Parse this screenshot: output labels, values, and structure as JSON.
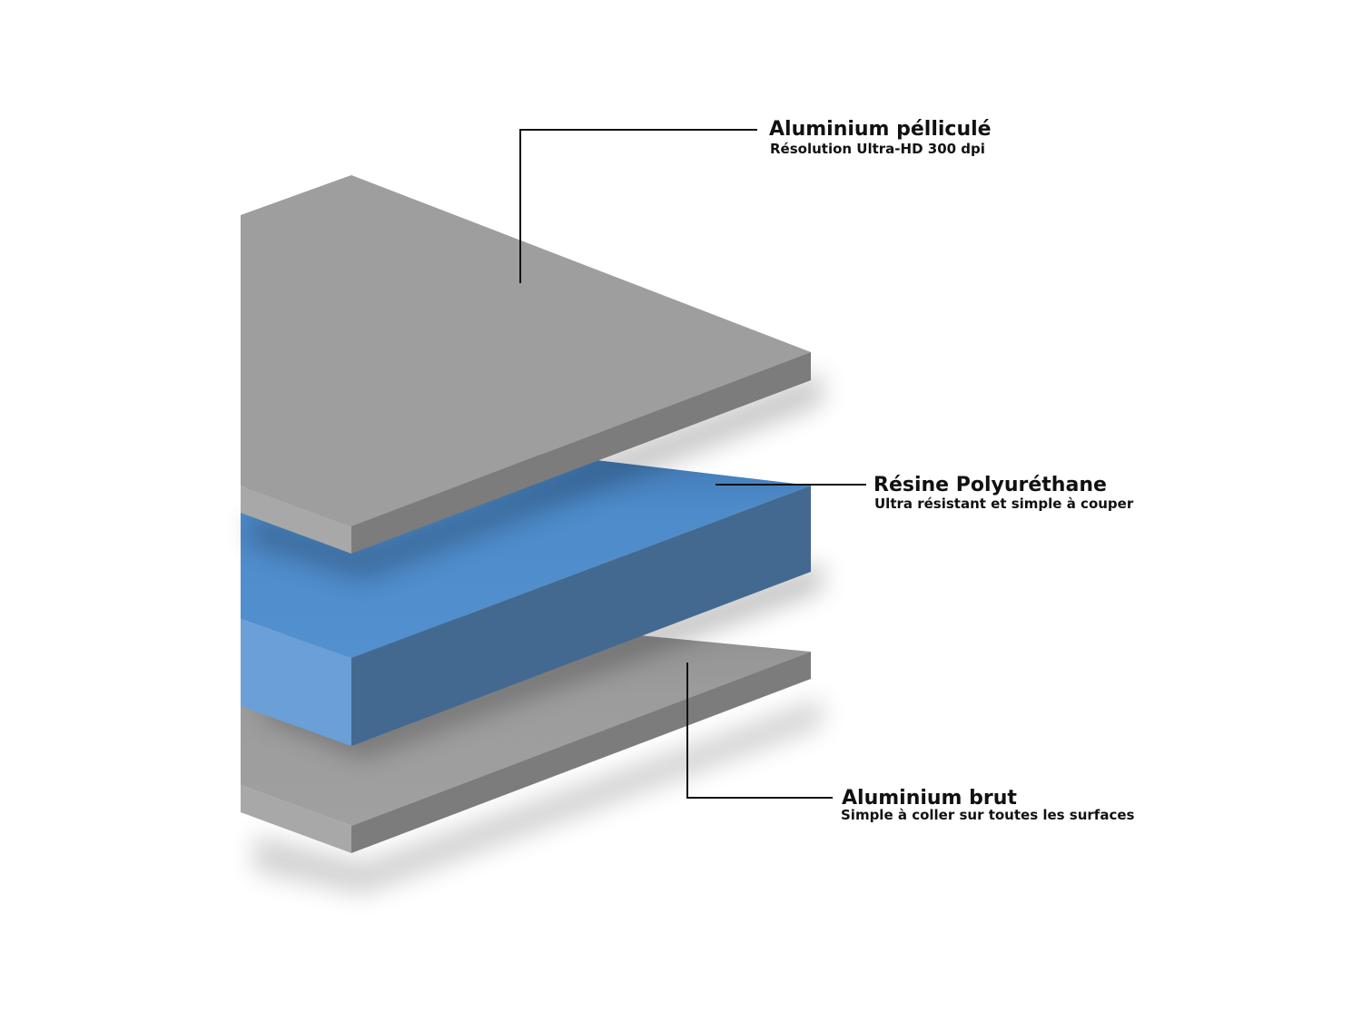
{
  "layers": [
    {
      "id": "top",
      "title": "Aluminium pélliculé",
      "subtitle": "Résolution Ultra-HD 300 dpi"
    },
    {
      "id": "core",
      "title": "Résine Polyuréthane",
      "subtitle": "Ultra résistant et simple à couper"
    },
    {
      "id": "bottom",
      "title": "Aluminium brut",
      "subtitle": "Simple à coller sur toutes les surfaces"
    }
  ],
  "colors": {
    "aluminium_top": "#9e9e9e",
    "aluminium_front": "#a8a8a8",
    "aluminium_side": "#7c7c7c",
    "resin_top": "#4d8bca",
    "resin_front": "#6a9fd8",
    "resin_side": "#436990",
    "text": "#111111"
  }
}
